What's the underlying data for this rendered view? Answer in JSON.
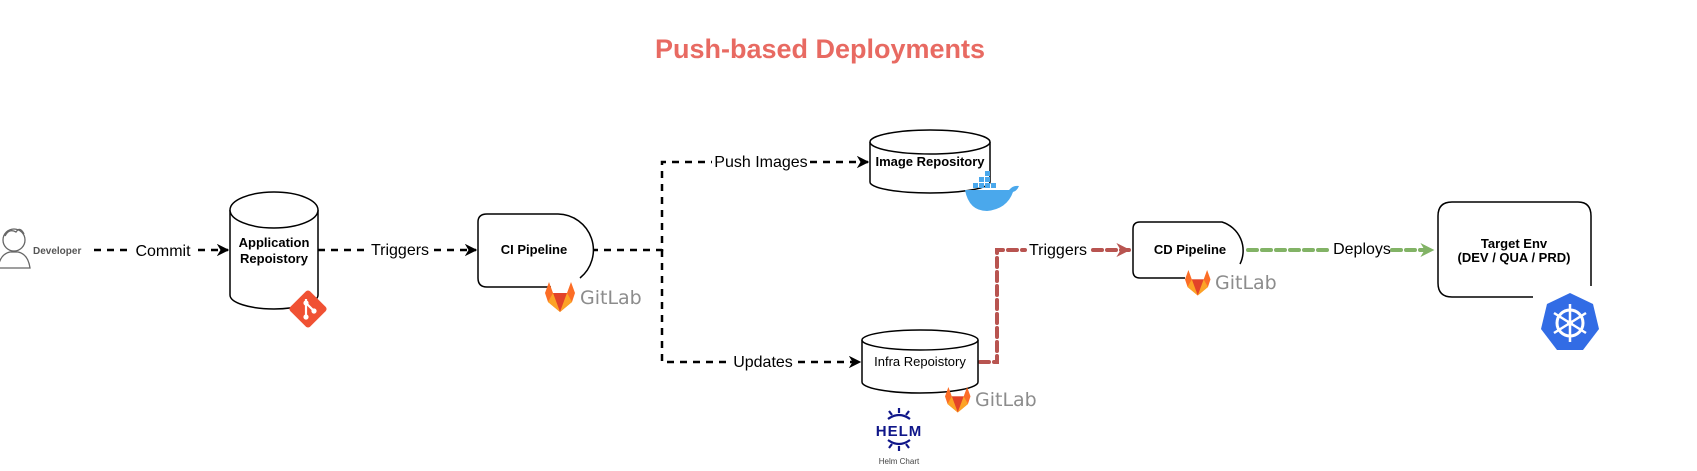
{
  "title": "Push-based Deployments",
  "colors": {
    "title": "#e86a62",
    "black_edge": "#000000",
    "red_edge": "#b85450",
    "green_edge": "#82b366",
    "gitlab_text": "#8c8c8c",
    "git": "#f05133",
    "docker": "#4aa8ec",
    "kubernetes": "#326ce5",
    "helm": "#0f1689"
  },
  "nodes": {
    "developer": {
      "label": "Developer",
      "icon": "user-icon"
    },
    "app_repo": {
      "line1": "Application",
      "line2": "Repoistory",
      "icon": "git-icon"
    },
    "ci_pipeline": {
      "label": "CI Pipeline",
      "icon": "gitlab-icon",
      "icon_text": "GitLab"
    },
    "image_repo": {
      "label": "Image Repository",
      "icon": "docker-icon"
    },
    "infra_repo": {
      "label": "Infra Repoistory",
      "icon": "gitlab-icon",
      "icon_text": "GitLab"
    },
    "helm": {
      "logo_text": "HELM",
      "caption": "Helm Chart",
      "icon": "helm-icon"
    },
    "cd_pipeline": {
      "label": "CD Pipeline",
      "icon": "gitlab-icon",
      "icon_text": "GitLab"
    },
    "target_env": {
      "line1": "Target Env",
      "line2": "(DEV / QUA / PRD)",
      "icon": "kubernetes-icon"
    }
  },
  "edges": {
    "commit": "Commit",
    "triggers_ci": "Triggers",
    "push_images": "Push Images",
    "updates": "Updates",
    "triggers_cd": "Triggers",
    "deploys": "Deploys"
  }
}
